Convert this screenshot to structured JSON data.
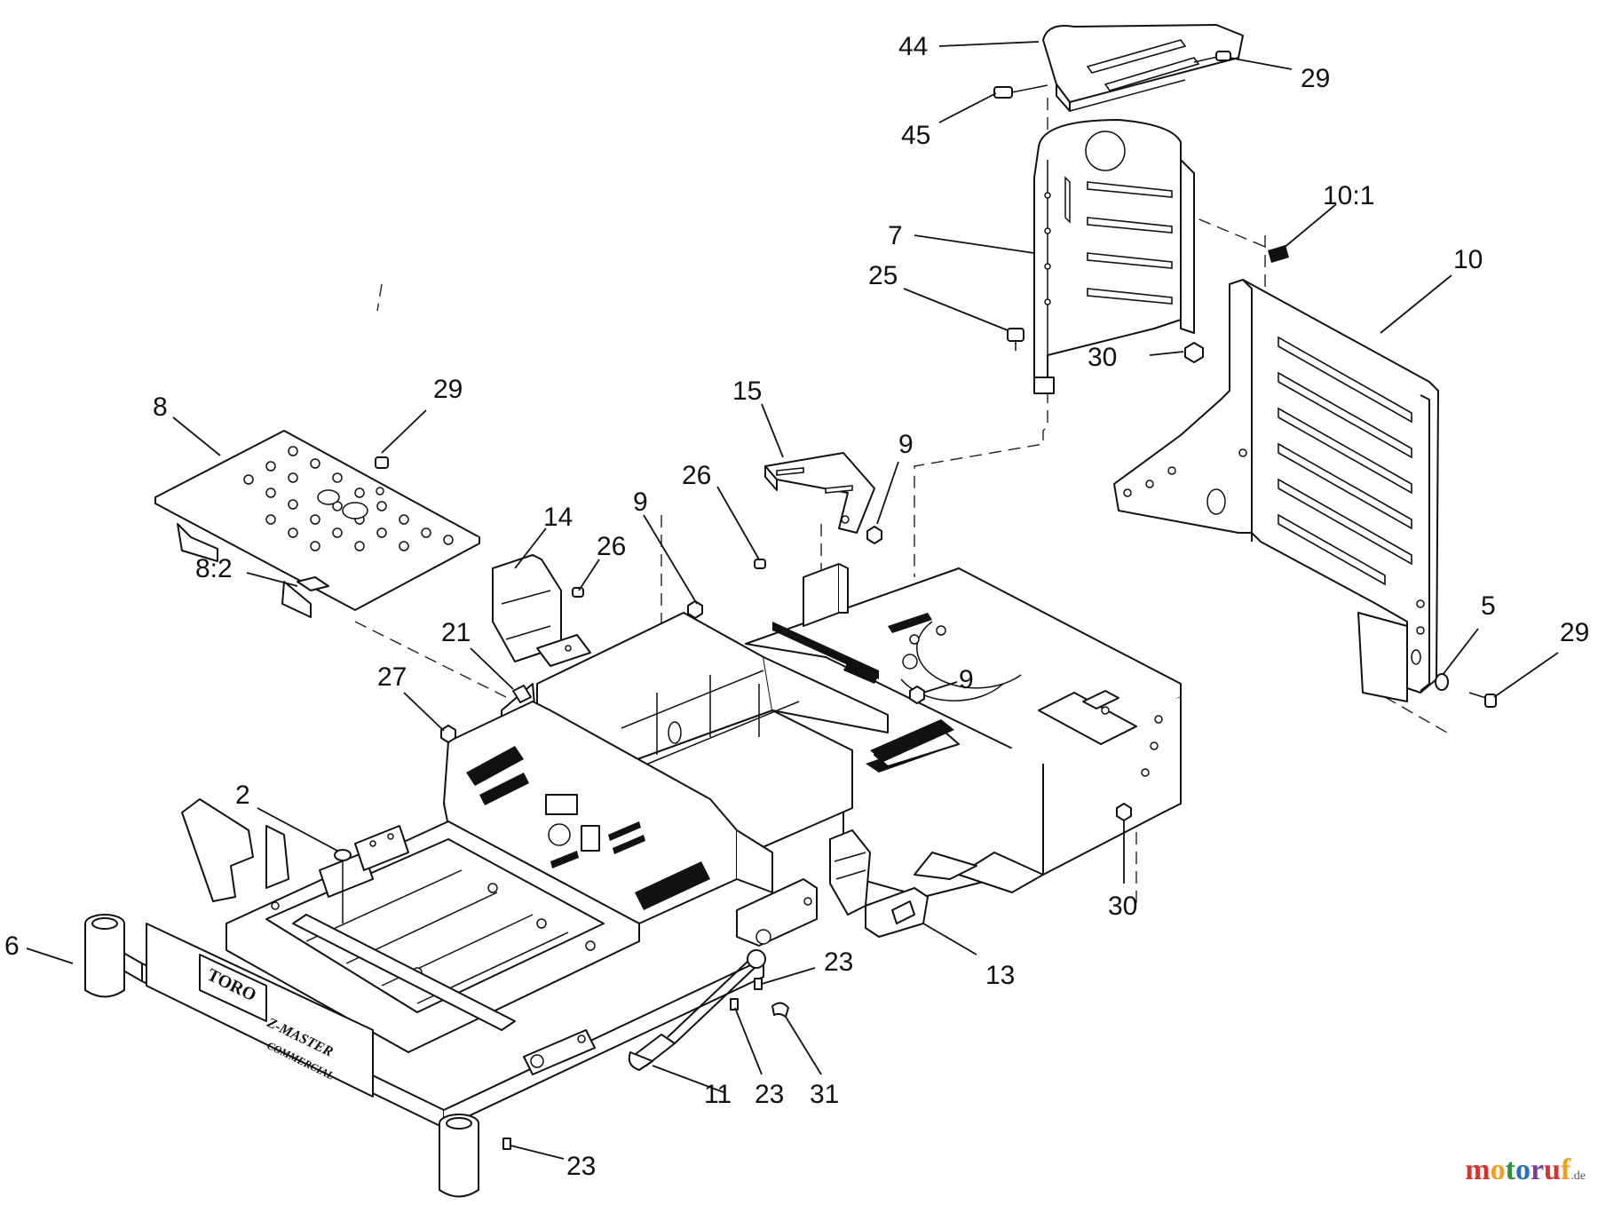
{
  "callouts": [
    {
      "id": "c44",
      "label": "44"
    },
    {
      "id": "c29a",
      "label": "29"
    },
    {
      "id": "c45",
      "label": "45"
    },
    {
      "id": "c7",
      "label": "7"
    },
    {
      "id": "c25",
      "label": "25"
    },
    {
      "id": "c10_1",
      "label": "10:1"
    },
    {
      "id": "c10",
      "label": "10"
    },
    {
      "id": "c30a",
      "label": "30"
    },
    {
      "id": "c8",
      "label": "8"
    },
    {
      "id": "c29b",
      "label": "29"
    },
    {
      "id": "c8_2",
      "label": "8:2"
    },
    {
      "id": "c15",
      "label": "15"
    },
    {
      "id": "c9a",
      "label": "9"
    },
    {
      "id": "c26a",
      "label": "26"
    },
    {
      "id": "c14",
      "label": "14"
    },
    {
      "id": "c26b",
      "label": "26"
    },
    {
      "id": "c9b",
      "label": "9"
    },
    {
      "id": "c21",
      "label": "21"
    },
    {
      "id": "c27",
      "label": "27"
    },
    {
      "id": "c9c",
      "label": "9"
    },
    {
      "id": "c5",
      "label": "5"
    },
    {
      "id": "c29c",
      "label": "29"
    },
    {
      "id": "c2",
      "label": "2"
    },
    {
      "id": "c30b",
      "label": "30"
    },
    {
      "id": "c6",
      "label": "6"
    },
    {
      "id": "c13",
      "label": "13"
    },
    {
      "id": "c23a",
      "label": "23"
    },
    {
      "id": "c11",
      "label": "11"
    },
    {
      "id": "c23b",
      "label": "23"
    },
    {
      "id": "c31",
      "label": "31"
    },
    {
      "id": "c23c",
      "label": "23"
    }
  ],
  "brand": {
    "logo": "TORO",
    "model_line1": "Z-MASTER",
    "model_line2": "COMMERCIAL"
  },
  "watermark": {
    "text": "motoruf",
    "suffix": ".de",
    "colors": [
      "#d6342c",
      "#f0a01e",
      "#2f8f3e",
      "#2a6fc0",
      "#7a3ea0",
      "#d6342c",
      "#f0a01e"
    ]
  }
}
